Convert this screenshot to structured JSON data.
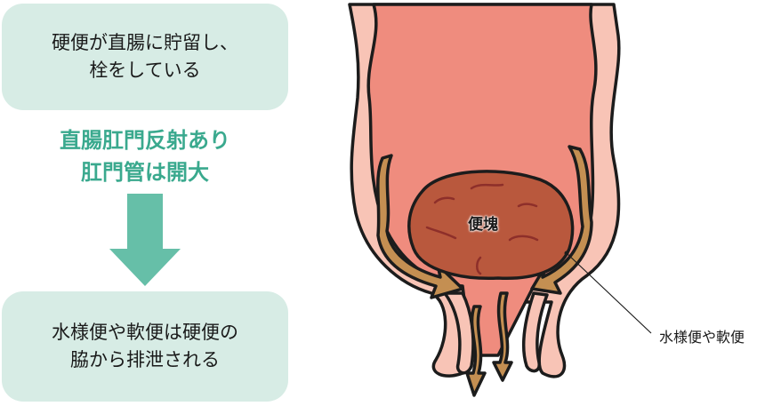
{
  "flow": {
    "step1": "硬便が直腸に貯留し、\n栓をしている",
    "condition": "直腸肛門反射あり\n肛門管は開大",
    "step2": "水様便や軟便は硬便の\n脇から排泄される"
  },
  "illustration": {
    "mass_label": "便塊",
    "callout_label": "水様便や軟便"
  },
  "colors": {
    "box_bg": "#d7ece5",
    "accent_green": "#3aa98e",
    "arrow_green": "#66bfa8",
    "rectum_inner": "#ef8c7e",
    "wall": "#f8c4b6",
    "stool_mass": "#b9583d",
    "liquid_stool": "#c48f52"
  }
}
